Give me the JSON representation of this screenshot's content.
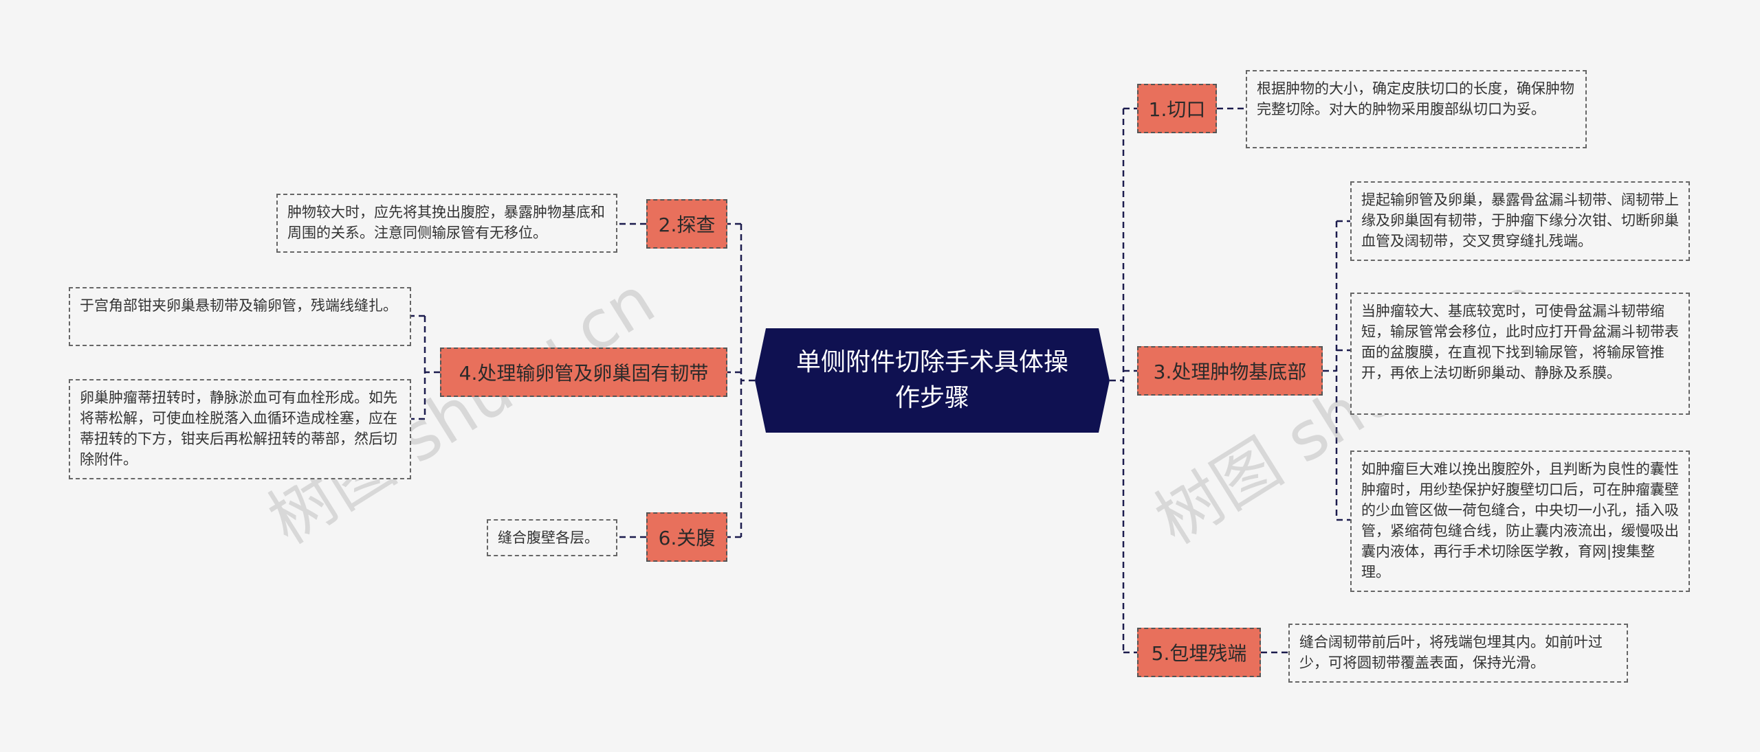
{
  "center": {
    "title": "单侧附件切除手术具体操作步骤"
  },
  "topics": {
    "t1": {
      "label": "1.切口",
      "detail": "根据肿物的大小，确定皮肤切口的长度，确保肿物完整切除。对大的肿物采用腹部纵切口为妥。"
    },
    "t2": {
      "label": "2.探查",
      "detail": "肿物较大时，应先将其挽出腹腔，暴露肿物基底和周围的关系。注意同侧输尿管有无移位。"
    },
    "t3": {
      "label": "3.处理肿物基底部",
      "details": [
        "提起输卵管及卵巢，暴露骨盆漏斗韧带、阔韧带上缘及卵巢固有韧带，于肿瘤下缘分次钳、切断卵巢血管及阔韧带，交叉贯穿缝扎残端。",
        "当肿瘤较大、基底较宽时，可使骨盆漏斗韧带缩短，输尿管常会移位，此时应打开骨盆漏斗韧带表面的盆腹膜，在直视下找到输尿管，将输尿管推开，再依上法切断卵巢动、静脉及系膜。",
        "如肿瘤巨大难以挽出腹腔外，且判断为良性的囊性肿瘤时，用纱垫保护好腹壁切口后，可在肿瘤囊壁的少血管区做一荷包缝合，中央切一小孔，插入吸管，紧缩荷包缝合线，防止囊内液流出，缓慢吸出囊内液体，再行手术切除医学教，育网|搜集整理。"
      ]
    },
    "t4": {
      "label": "4.处理输卵管及卵巢固有韧带",
      "details": [
        "于宫角部钳夹卵巢悬韧带及输卵管，残端线缝扎。",
        "卵巢肿瘤蒂扭转时，静脉淤血可有血栓形成。如先将蒂松解，可使血栓脱落入血循环造成栓塞，应在蒂扭转的下方，钳夹后再松解扭转的蒂部，然后切除附件。"
      ]
    },
    "t5": {
      "label": "5.包埋残端",
      "detail": "缝合阔韧带前后叶，将残端包埋其内。如前叶过少，可将圆韧带覆盖表面，保持光滑。"
    },
    "t6": {
      "label": "6.关腹",
      "detail": "缝合腹壁各层。"
    }
  },
  "watermarks": [
    "树图 shutu.cn",
    "树图 shutu.cn"
  ],
  "colors": {
    "center_bg": "#0f1151",
    "topic_bg": "#e8705c",
    "line": "#1b1b4d",
    "background": "#f5f5f5"
  }
}
